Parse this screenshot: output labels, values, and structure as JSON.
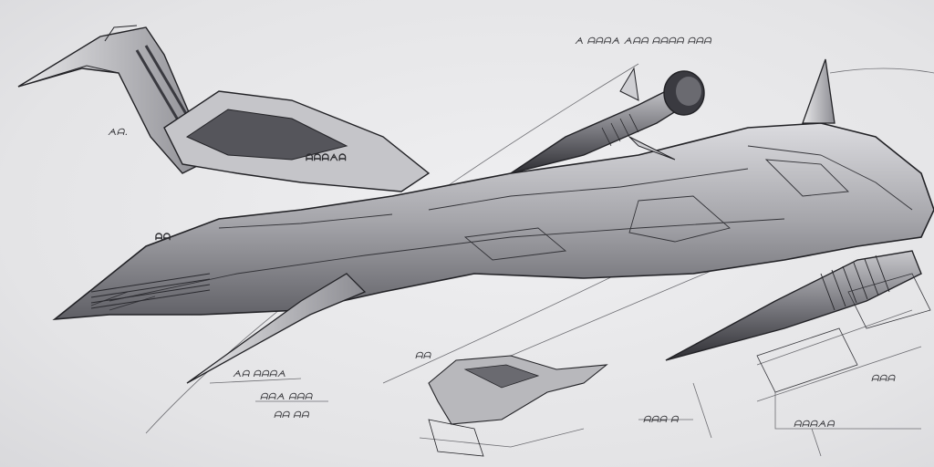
{
  "scene": {
    "description_alt": "Technical concept sketch of a sci-fi starfighter",
    "colors": {
      "background": "#e6e6e8",
      "ink": "#222226",
      "hull": "#a9a9ad",
      "hull_light": "#d4d4d7",
      "hull_dark": "#6d6d72",
      "accent": "#8a6b4a"
    }
  },
  "annotations": {
    "header_scribble": "ᗅ ᗩᗩᗩᗅ  ᗅᗩᗩ ᗩᗩᗩᗩ ᗩᗩᗩ",
    "left_note": "ᗅᗩ.",
    "hull_marking": "ᗩᗩᗩᗅᗩ",
    "nose_marking": "ᗩᗩ",
    "bottom_left_1": "ᗅᗩ ᗩᗩᗩᗅ",
    "bottom_left_2": "ᗩᗩᗅ ᗩᗩᗩ",
    "bottom_left_3": "ᗩᗩ ᗩᗩ",
    "bottom_center": "ᗩᗩ",
    "bottom_right_1": "ᗩᗩᗩ ᗩ",
    "bottom_right_2": "ᗩᗩᗩᗅᗩ",
    "right_panel": "ᗩᗩᗩ"
  }
}
